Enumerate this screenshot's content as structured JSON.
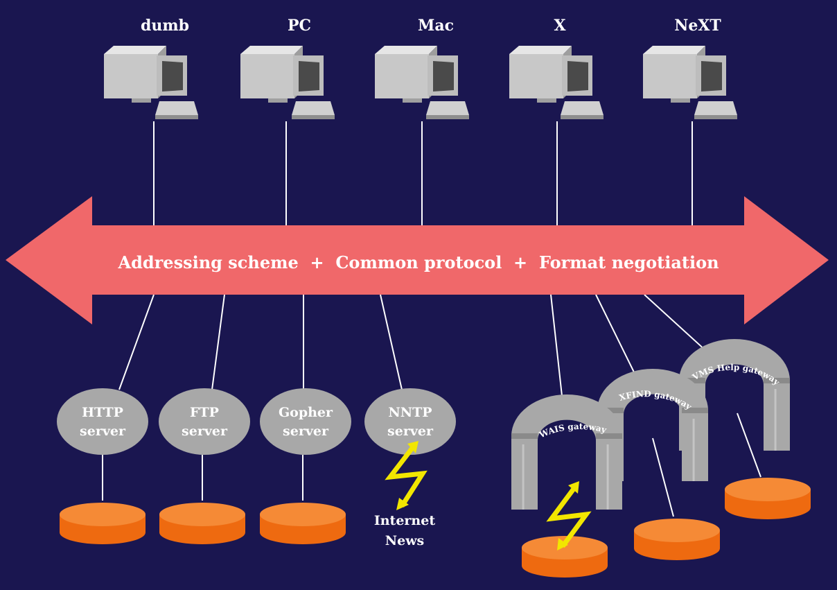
{
  "colors": {
    "background": "#1a1650",
    "arrow": "#f0686a",
    "arrow_text": "#ffffff",
    "line": "#ffffff",
    "computer_body": "#c8c8c8",
    "computer_screen": "#4a4a4a",
    "server": "#a8a8a8",
    "database": "#ee6a10",
    "database_top": "#f58a36",
    "bolt": "#f2e600",
    "gateway": "#a8a8a8"
  },
  "clients": [
    {
      "label": "dumb",
      "icon": "computer-icon"
    },
    {
      "label": "PC",
      "icon": "computer-icon"
    },
    {
      "label": "Mac",
      "icon": "computer-icon"
    },
    {
      "label": "X",
      "icon": "computer-icon"
    },
    {
      "label": "NeXT",
      "icon": "computer-icon"
    }
  ],
  "arrow": {
    "label": "Addressing scheme  +  Common protocol  +  Format negotiation",
    "icon": "double-headed-arrow"
  },
  "servers": [
    {
      "line1": "HTTP",
      "line2": "server",
      "icon": "database-icon"
    },
    {
      "line1": "FTP",
      "line2": "server",
      "icon": "database-icon"
    },
    {
      "line1": "Gopher",
      "line2": "server",
      "icon": "database-icon"
    },
    {
      "line1": "NNTP",
      "line2": "server",
      "icon": "lightning-icon"
    }
  ],
  "internet_news": {
    "line1": "Internet",
    "line2": "News"
  },
  "gateways": [
    {
      "label": "WAIS gateway",
      "icon": "arch-icon"
    },
    {
      "label": "XFIND gateway",
      "icon": "arch-icon"
    },
    {
      "label": "VMS Help gateway",
      "icon": "arch-icon"
    }
  ]
}
